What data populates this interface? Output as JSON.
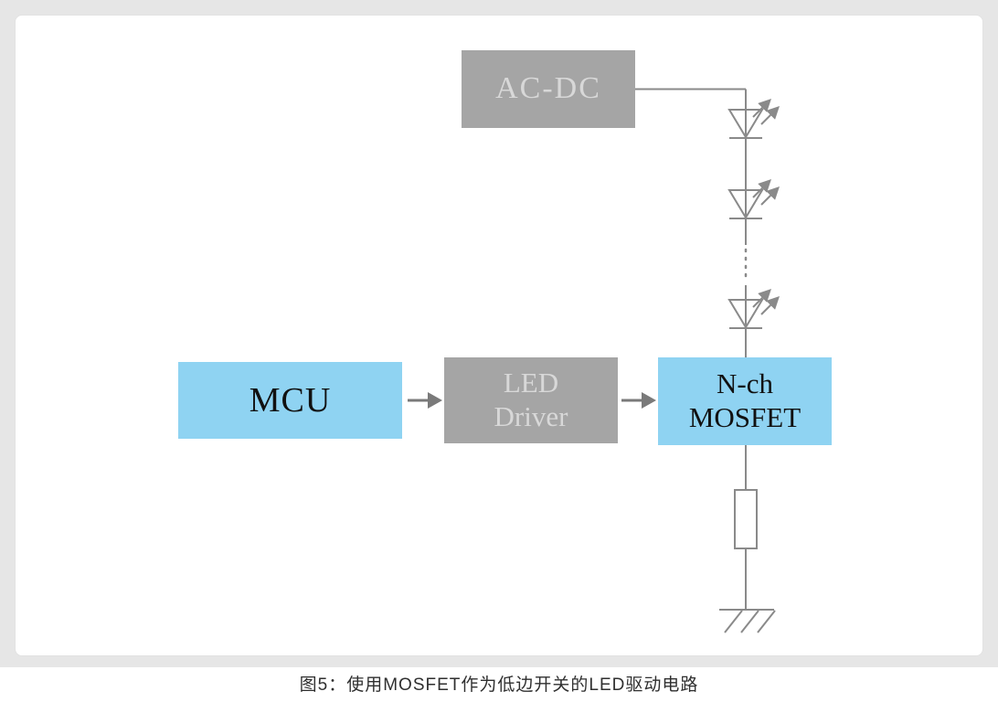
{
  "figure": {
    "caption": "图5：使用MOSFET作为低边开关的LED驱动电路"
  },
  "blocks": {
    "acdc": {
      "label": "AC-DC"
    },
    "mcu": {
      "label": "MCU"
    },
    "led_driver": {
      "line1": "LED",
      "line2": "Driver"
    },
    "mosfet": {
      "line1": "N-ch",
      "line2": "MOSFET"
    }
  },
  "symbols": {
    "led_count_visible": 3,
    "led_string_continuation": "dotted-line",
    "load": "resistor",
    "ground": "chassis-ground"
  },
  "colors": {
    "background": "#e6e6e6",
    "card": "#ffffff",
    "gray_block": "#a5a5a5",
    "gray_block_text": "#d8d8d8",
    "blue_block": "#8fd3f2",
    "blue_block_text": "#111111",
    "wire": "#8a8a8a",
    "arrow": "#7a7a7a",
    "caption_text": "#2f2f2f"
  }
}
